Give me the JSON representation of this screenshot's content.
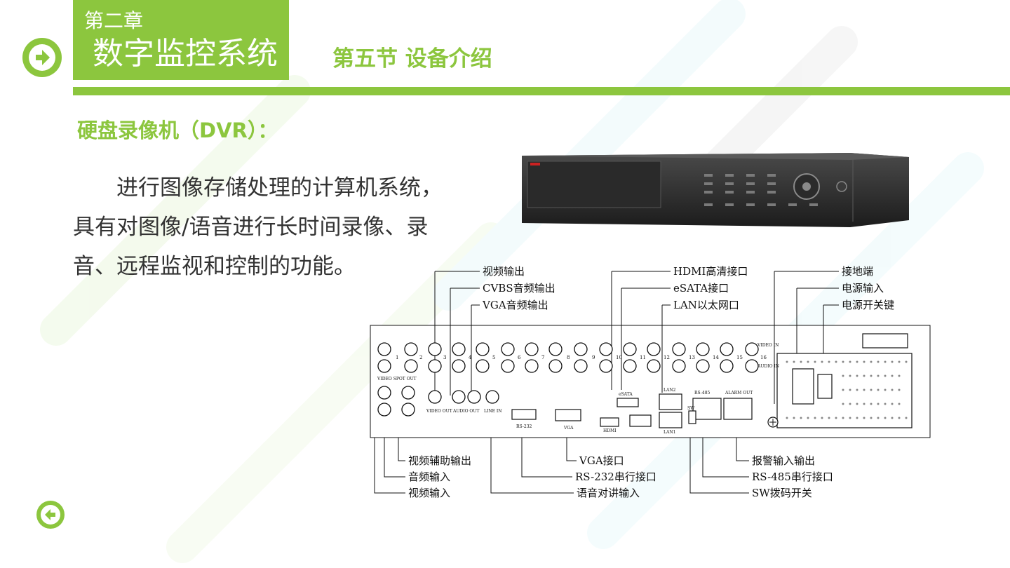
{
  "header": {
    "chapter_label": "第二章",
    "chapter_title": "数字监控系统",
    "section_title": "第五节  设备介绍"
  },
  "content": {
    "subheading": "硬盘录像机（DVR）：",
    "paragraph": "进行图像存储处理的计算机系统，具有对图像/语音进行长时间录像、录音、远程监视和控制的功能。"
  },
  "diagram": {
    "top_labels": [
      "视频输出",
      "CVBS音频输出",
      "VGA音频输出",
      "HDMI高清接口",
      "eSATA接口",
      "LAN以太网口",
      "接地端",
      "电源输入",
      "电源开关键"
    ],
    "bottom_labels": [
      "视频辅助输出",
      "音频输入",
      "视频输入",
      "VGA接口",
      "RS-232串行接口",
      "语音对讲输入",
      "报警输入输出",
      "RS-485串行接口",
      "SW拨码开关"
    ],
    "panel_text": {
      "video_in": "VIDEO IN",
      "audio_in": "AUDIO IN",
      "video_spot_out": "VIDEO SPOT OUT",
      "video_out": "VIDEO OUT",
      "audio_out": "AUDIO OUT",
      "line_in": "LINE IN",
      "rs232": "RS-232",
      "vga": "VGA",
      "hdmi": "HDMI",
      "esata": "eSATA",
      "lan2": "LAN2",
      "lan1": "LAN1",
      "rs485": "RS-485",
      "alarm_out": "ALARM OUT",
      "sw": "SW"
    },
    "channel_numbers": [
      "1",
      "2",
      "3",
      "4",
      "5",
      "6",
      "7",
      "8",
      "9",
      "10",
      "11",
      "12",
      "13",
      "14",
      "15",
      "16"
    ]
  },
  "colors": {
    "accent": "#8cc63e",
    "text": "#333333"
  }
}
